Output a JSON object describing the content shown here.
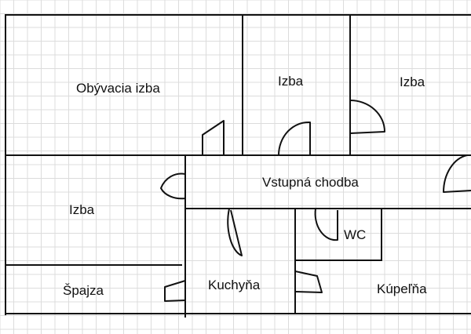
{
  "floor_plan": {
    "rooms": {
      "living_room": "Obývacia izba",
      "room_top_middle": "Izba",
      "room_top_right": "Izba",
      "hallway": "Vstupná chodba",
      "room_left": "Izba",
      "wc": "WC",
      "pantry": "Špajza",
      "kitchen": "Kuchyňa",
      "bathroom": "Kúpeľňa"
    },
    "colors": {
      "background": "#ffffff",
      "grid": "#dcdcdc",
      "walls": "#111111"
    }
  }
}
